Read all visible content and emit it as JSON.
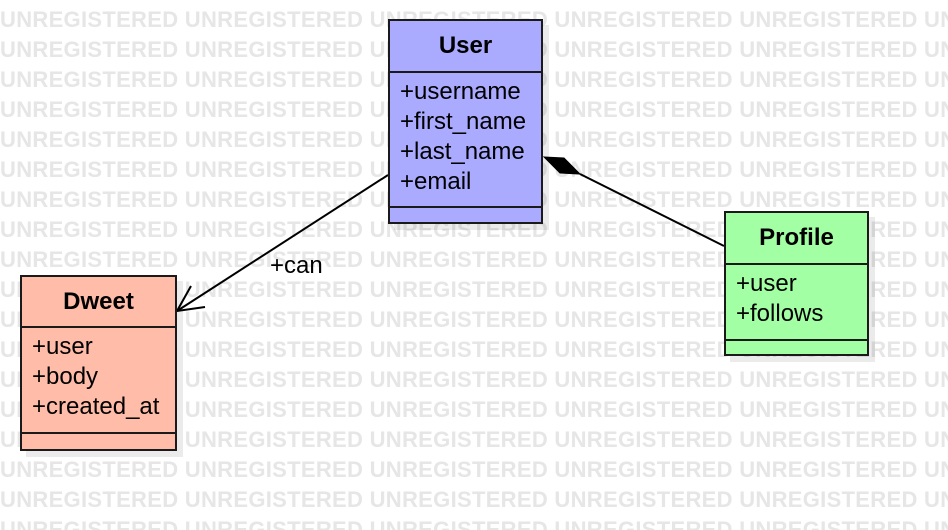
{
  "watermark": {
    "text": "UNREGISTERED"
  },
  "classes": {
    "user": {
      "name": "User",
      "attributes": [
        "+username",
        "+first_name",
        "+last_name",
        "+email"
      ],
      "fill": "#aaaaff"
    },
    "dweet": {
      "name": "Dweet",
      "attributes": [
        "+user",
        "+body",
        "+created_at"
      ],
      "fill": "#ffbca8"
    },
    "profile": {
      "name": "Profile",
      "attributes": [
        "+user",
        "+follows"
      ],
      "fill": "#a3ffa3"
    }
  },
  "edges": {
    "user_dweet": {
      "label": "+can",
      "kind": "association",
      "from": "User",
      "to": "Dweet"
    },
    "profile_user": {
      "kind": "composition",
      "from": "Profile",
      "to": "User"
    }
  }
}
